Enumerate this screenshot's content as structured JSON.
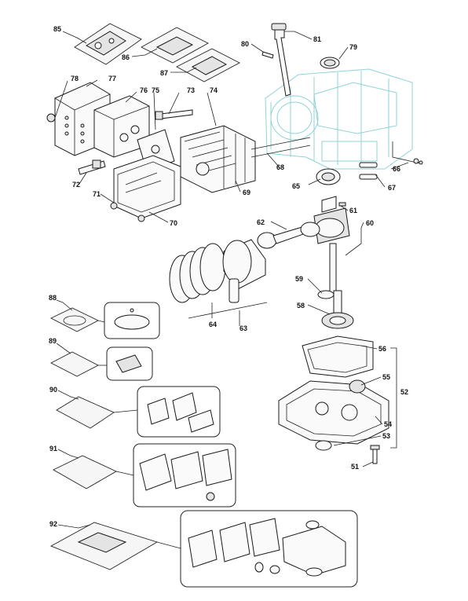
{
  "callouts": {
    "n85": "85",
    "n86": "86",
    "n87": "87",
    "n80": "80",
    "n81": "81",
    "n79": "79",
    "n78": "78",
    "n77": "77",
    "n76": "76",
    "n75": "75",
    "n73": "73",
    "n74": "74",
    "n72": "72",
    "n71": "71",
    "n70": "70",
    "n69": "69",
    "n68": "68",
    "n65": "65",
    "n66": "66",
    "n67": "67",
    "n62": "62",
    "n61": "61",
    "n60": "60",
    "n59": "59",
    "n58": "58",
    "n64": "64",
    "n63": "63",
    "n88": "88",
    "n89": "89",
    "n90": "90",
    "n91": "91",
    "n92": "92",
    "n56": "56",
    "n55": "55",
    "n52": "52",
    "n54": "54",
    "n53": "53",
    "n51": "51"
  }
}
